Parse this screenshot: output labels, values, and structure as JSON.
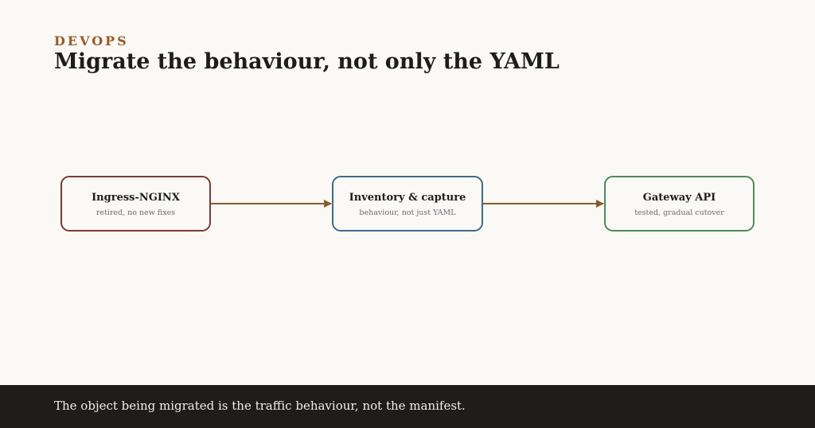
{
  "header": {
    "kicker": "DEVOPS",
    "title": "Migrate the behaviour, not only the YAML"
  },
  "colors": {
    "accent": "#9a5a22",
    "arrow": "#8a5a2b",
    "node_red": "#7a3a36",
    "node_blue": "#3f6a8e",
    "node_green": "#4e8a58"
  },
  "flow": {
    "nodes": [
      {
        "title": "Ingress-NGINX",
        "subtitle": "retired, no new fixes"
      },
      {
        "title": "Inventory & capture",
        "subtitle": "behaviour, not just YAML"
      },
      {
        "title": "Gateway API",
        "subtitle": "tested, gradual cutover"
      }
    ]
  },
  "footer": {
    "text": "The object being migrated is the traffic behaviour, not the manifest."
  }
}
